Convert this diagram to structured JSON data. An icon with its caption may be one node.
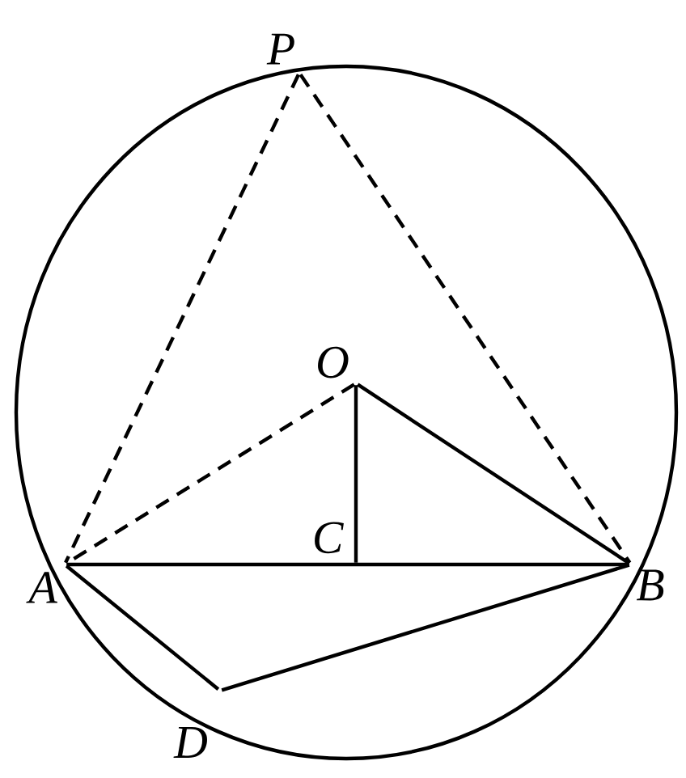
{
  "diagram": {
    "nodes": [
      {
        "text": [
          "P"
        ]
      },
      {
        "text": [
          "O"
        ]
      },
      {
        "text": [
          "C"
        ]
      },
      {
        "text": [
          "A"
        ]
      },
      {
        "text": [
          "B"
        ]
      },
      {
        "text": [
          "D"
        ]
      }
    ],
    "edges": [
      {
        "from": 0,
        "to": 3,
        "arrow": "none",
        "style": "dashed"
      },
      {
        "from": 0,
        "to": 4,
        "arrow": "none",
        "style": "dashed"
      },
      {
        "from": 1,
        "to": 3,
        "arrow": "none",
        "style": "dashed"
      },
      {
        "from": 1,
        "to": 4,
        "arrow": "none"
      },
      {
        "from": 1,
        "to": 2,
        "arrow": "none"
      },
      {
        "from": 3,
        "to": 4,
        "arrow": "none"
      },
      {
        "from": 3,
        "to": 5,
        "arrow": "none"
      },
      {
        "from": 5,
        "to": 4,
        "arrow": "none"
      }
    ]
  }
}
